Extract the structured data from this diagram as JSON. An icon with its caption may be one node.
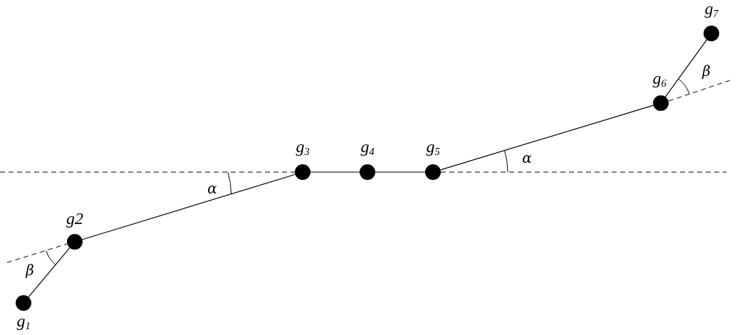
{
  "diagram": {
    "nodes": [
      {
        "text": [],
        "shape": "circle",
        "beside": [
          "g$_{1}$"
        ]
      },
      {
        "text": [],
        "shape": "circle",
        "beside": [
          "g2"
        ]
      },
      {
        "text": [],
        "shape": "circle",
        "beside": [
          "g$_{3}$"
        ]
      },
      {
        "text": [],
        "shape": "circle",
        "beside": [
          "g$_{4}$"
        ]
      },
      {
        "text": [],
        "shape": "circle",
        "beside": [
          "g$_{5}$"
        ]
      },
      {
        "text": [],
        "shape": "circle",
        "beside": [
          "g$_{6}$"
        ]
      },
      {
        "text": [],
        "shape": "circle",
        "beside": [
          "g$_{7}$"
        ]
      }
    ],
    "edges": [
      {
        "from": 0,
        "to": 1,
        "arrow": "none"
      },
      {
        "from": 1,
        "to": 2,
        "arrow": "none"
      },
      {
        "from": 2,
        "to": 3,
        "arrow": "none"
      },
      {
        "from": 3,
        "to": 4,
        "arrow": "none"
      },
      {
        "from": 4,
        "to": 5,
        "arrow": "none"
      },
      {
        "from": 5,
        "to": 6,
        "arrow": "none"
      }
    ],
    "labels": [
      "β",
      "α",
      "α",
      "β"
    ]
  }
}
